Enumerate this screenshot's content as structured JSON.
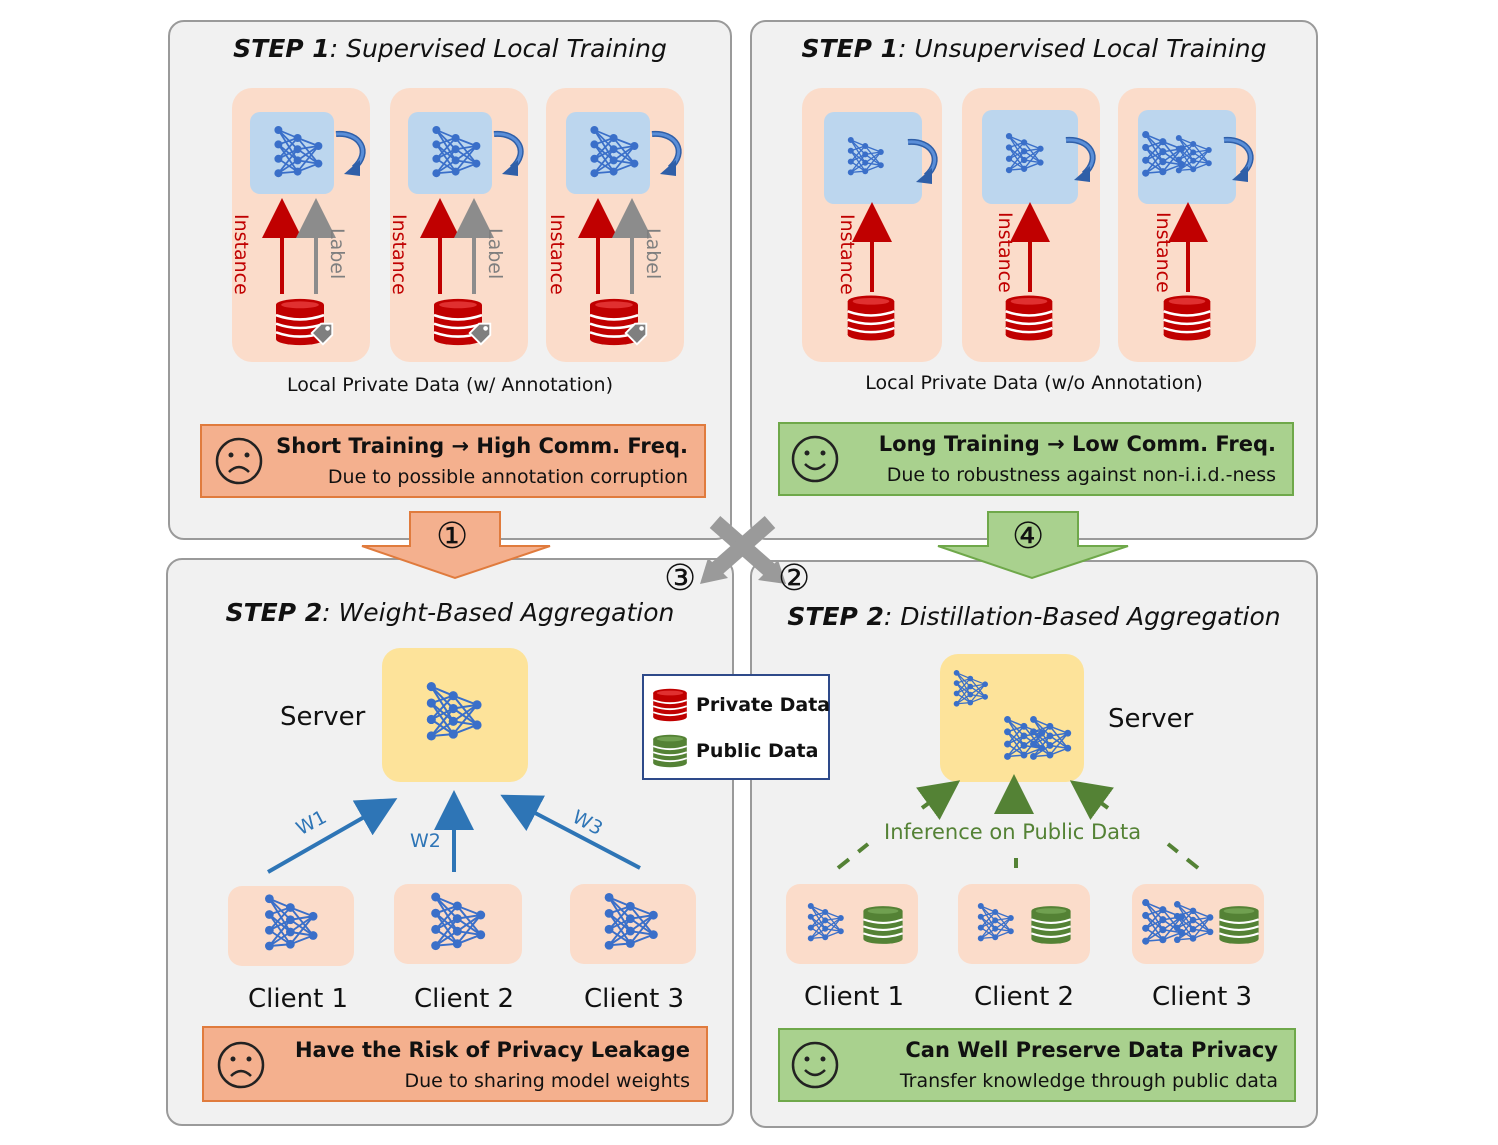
{
  "top_left": {
    "step_bold": "STEP 1",
    "step_rest": ": Supervised Local Training",
    "instance_label": "Instance",
    "label_label": "Label",
    "data_caption": "Local Private Data (w/ Annotation)",
    "callout_title": "Short Training → High Comm. Freq.",
    "callout_sub": "Due to possible annotation corruption"
  },
  "top_right": {
    "step_bold": "STEP 1",
    "step_rest": ": Unsupervised Local Training",
    "instance_label": "Instance",
    "data_caption": "Local Private Data (w/o Annotation)",
    "callout_title": "Long Training → Low Comm. Freq.",
    "callout_sub": "Due to robustness against non-i.i.d.-ness"
  },
  "bottom_left": {
    "step_bold": "STEP 2",
    "step_rest": ": Weight-Based Aggregation",
    "server_label": "Server",
    "weights": [
      "W1",
      "W2",
      "W3"
    ],
    "clients": [
      "Client 1",
      "Client 2",
      "Client 3"
    ],
    "callout_title": "Have the Risk of Privacy Leakage",
    "callout_sub": "Due to sharing model weights"
  },
  "bottom_right": {
    "step_bold": "STEP 2",
    "step_rest": ": Distillation-Based Aggregation",
    "server_label": "Server",
    "inference_label": "Inference on Public Data",
    "clients": [
      "Client 1",
      "Client 2",
      "Client 3"
    ],
    "callout_title": "Can Well Preserve Data Privacy",
    "callout_sub": "Transfer knowledge through public data"
  },
  "legend": {
    "private": "Private Data",
    "public": "Public Data"
  },
  "flow_markers": {
    "one": "①",
    "two": "②",
    "three": "③",
    "four": "④"
  },
  "colors": {
    "panel_bg": "#f1f1f1",
    "cell_bg": "#fbdcca",
    "model_bg": "#bcd6ee",
    "net_blue": "#3a6fc9",
    "private_red": "#c00000",
    "public_green": "#548235",
    "orange_arrow": "#f4b08e",
    "green_arrow": "#a9d18e",
    "weight_blue": "#2e75b6",
    "server_bg": "#fde39a"
  },
  "icons": {
    "sad": "sad-face-icon",
    "happy": "happy-face-icon",
    "network": "neural-network-icon",
    "loop": "curved-arrow-icon",
    "db": "database-icon",
    "tag": "tag-icon",
    "cross": "cross-arrows-icon"
  }
}
